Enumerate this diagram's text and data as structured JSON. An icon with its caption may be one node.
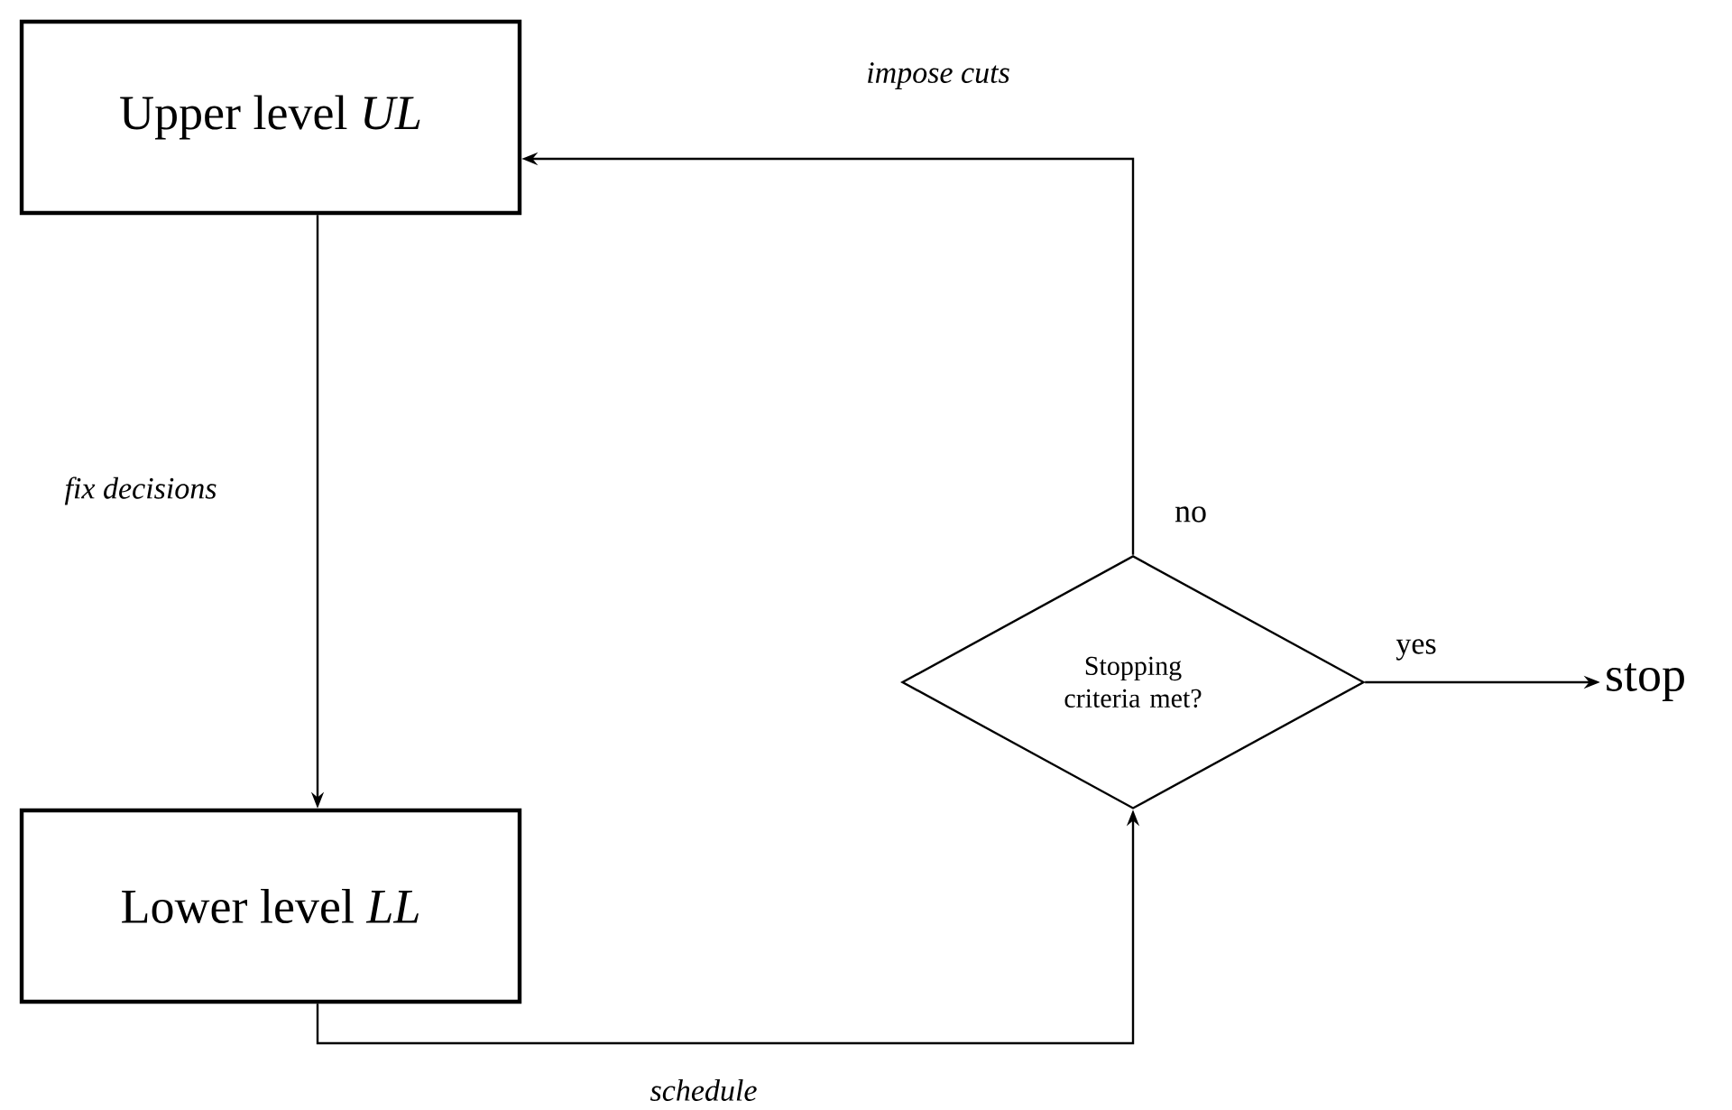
{
  "diagram": {
    "nodes": [
      {
        "text": [
          "Upper level *UL*"
        ]
      },
      {
        "text": [
          "Lower level *LL*"
        ]
      },
      {
        "text": [
          "Stopping criteria met?"
        ]
      },
      {
        "text": [
          "stop"
        ]
      }
    ],
    "edges": [
      {
        "from": 0,
        "to": 1,
        "arrow": "to",
        "label": "fix decisions"
      },
      {
        "from": 1,
        "to": 2,
        "arrow": "to",
        "label": "schedule"
      },
      {
        "from": 2,
        "to": 0,
        "arrow": "to",
        "label": "impose cuts"
      },
      {
        "from": 2,
        "to": 3,
        "arrow": "to",
        "label": "yes"
      }
    ],
    "labels": [
      "no"
    ]
  }
}
